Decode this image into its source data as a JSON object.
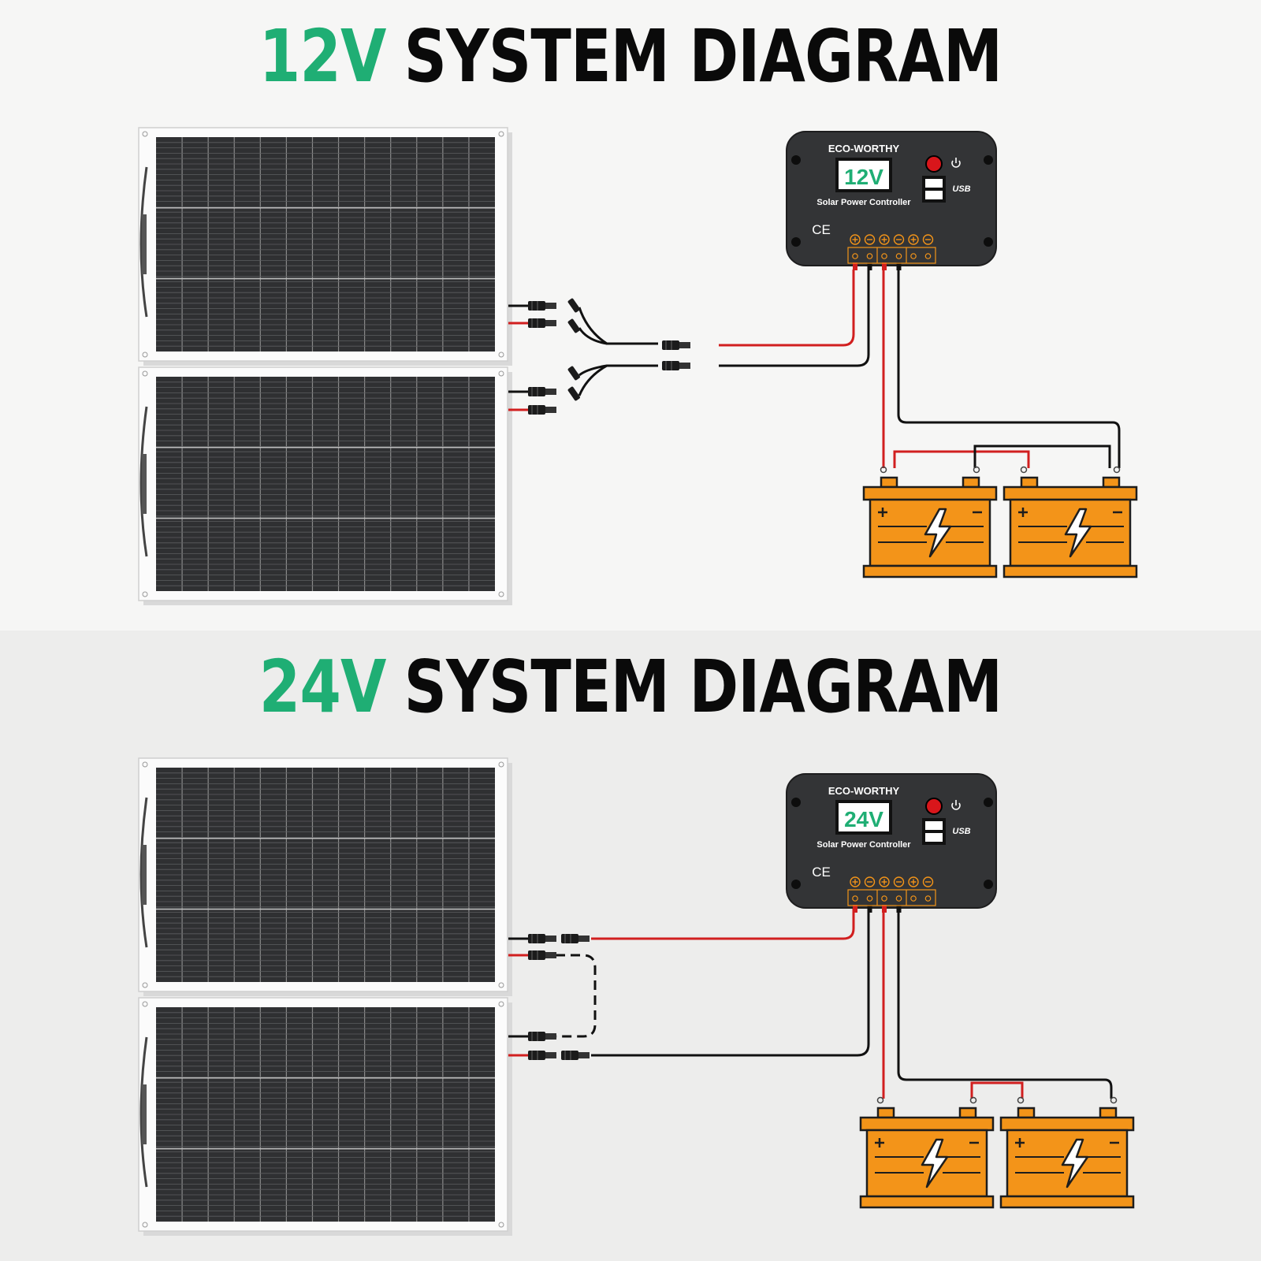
{
  "colors": {
    "accent": "#1fae74",
    "wire_positive": "#d11f1f",
    "wire_negative": "#111111",
    "battery": "#f39419",
    "controller": "#333436"
  },
  "diagrams": [
    {
      "title_voltage": "12V",
      "title_rest": "SYSTEM DIAGRAM",
      "controller": {
        "brand": "ECO-WORTHY",
        "display": "12V",
        "label": "Solar Power Controller",
        "usb": "USB",
        "ce": "CE"
      }
    },
    {
      "title_voltage": "24V",
      "title_rest": "SYSTEM DIAGRAM",
      "controller": {
        "brand": "ECO-WORTHY",
        "display": "24V",
        "label": "Solar Power Controller",
        "usb": "USB",
        "ce": "CE"
      }
    }
  ],
  "icons": [
    "solar-panel-icon",
    "battery-icon",
    "lightning-bolt-icon",
    "power-icon",
    "usb-icon",
    "mc4-connector-icon",
    "y-branch-connector-icon"
  ]
}
